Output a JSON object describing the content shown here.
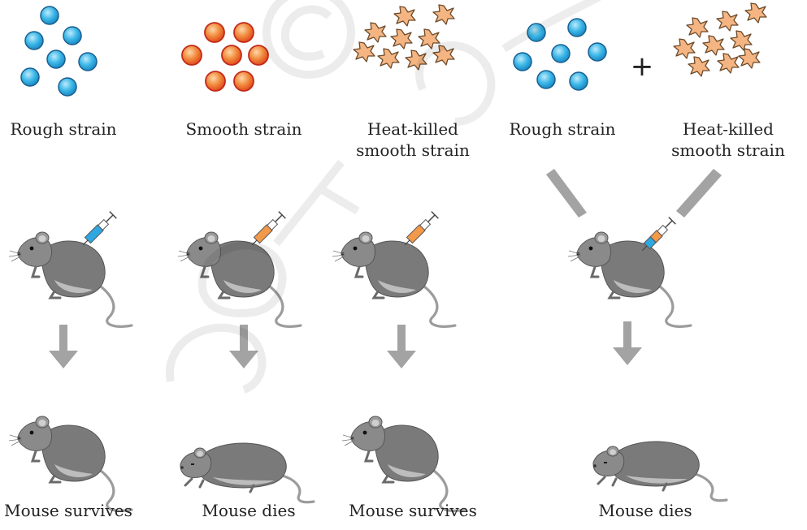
{
  "experiment": {
    "columns": [
      {
        "strain_label": [
          "Rough strain"
        ],
        "outcome": "Mouse survives",
        "syringe_color": "#2fa7e0",
        "mouse_state": "alive"
      },
      {
        "strain_label": [
          "Smooth strain"
        ],
        "outcome": "Mouse dies",
        "syringe_color": "#f2994a",
        "mouse_state": "dead"
      },
      {
        "strain_label": [
          "Heat-killed",
          "smooth strain"
        ],
        "outcome": "Mouse survives",
        "syringe_color": "#f2994a",
        "mouse_state": "alive"
      },
      {
        "strain_label": [
          "Rough strain"
        ],
        "mix_label": [
          "Heat-killed",
          "smooth strain"
        ],
        "plus": "+",
        "outcome": "Mouse dies",
        "syringe_color": "mixed",
        "mouse_state": "dead"
      }
    ]
  },
  "colors": {
    "rough": "#35b6e6",
    "smooth": "#e8452c",
    "heat_killed": "#f2b483",
    "arrow": "#a3a3a3",
    "mouse": "#6e6e6e"
  }
}
